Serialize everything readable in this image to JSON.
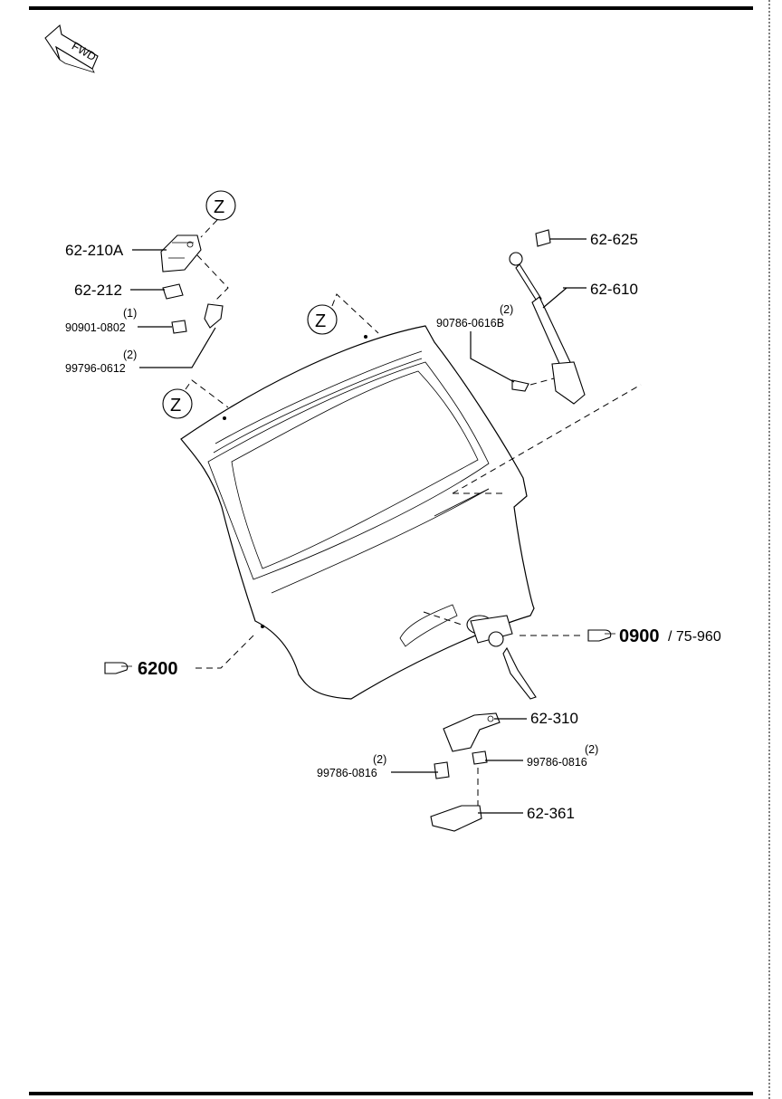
{
  "fwd": {
    "label": "FWD"
  },
  "zone_marker": "Z",
  "parts": [
    {
      "id": "p1",
      "number": "62-210A",
      "qty": ""
    },
    {
      "id": "p2",
      "number": "62-212",
      "qty": ""
    },
    {
      "id": "p3",
      "number": "90901-0802",
      "qty": "(1)"
    },
    {
      "id": "p4",
      "number": "99796-0612",
      "qty": "(2)"
    },
    {
      "id": "p5",
      "number": "62-625",
      "qty": ""
    },
    {
      "id": "p6",
      "number": "62-610",
      "qty": ""
    },
    {
      "id": "p7",
      "number": "90786-0616B",
      "qty": "(2)"
    },
    {
      "id": "p8",
      "number": "62-310",
      "qty": ""
    },
    {
      "id": "p9",
      "number": "99786-0816",
      "qty": "(2)"
    },
    {
      "id": "p10",
      "number": "99786-0816",
      "qty": "(2)"
    },
    {
      "id": "p11",
      "number": "62-361",
      "qty": ""
    }
  ],
  "references": [
    {
      "id": "r1",
      "code": "0900",
      "sub": "/ 75-960"
    },
    {
      "id": "r2",
      "code": "6200",
      "sub": ""
    }
  ]
}
